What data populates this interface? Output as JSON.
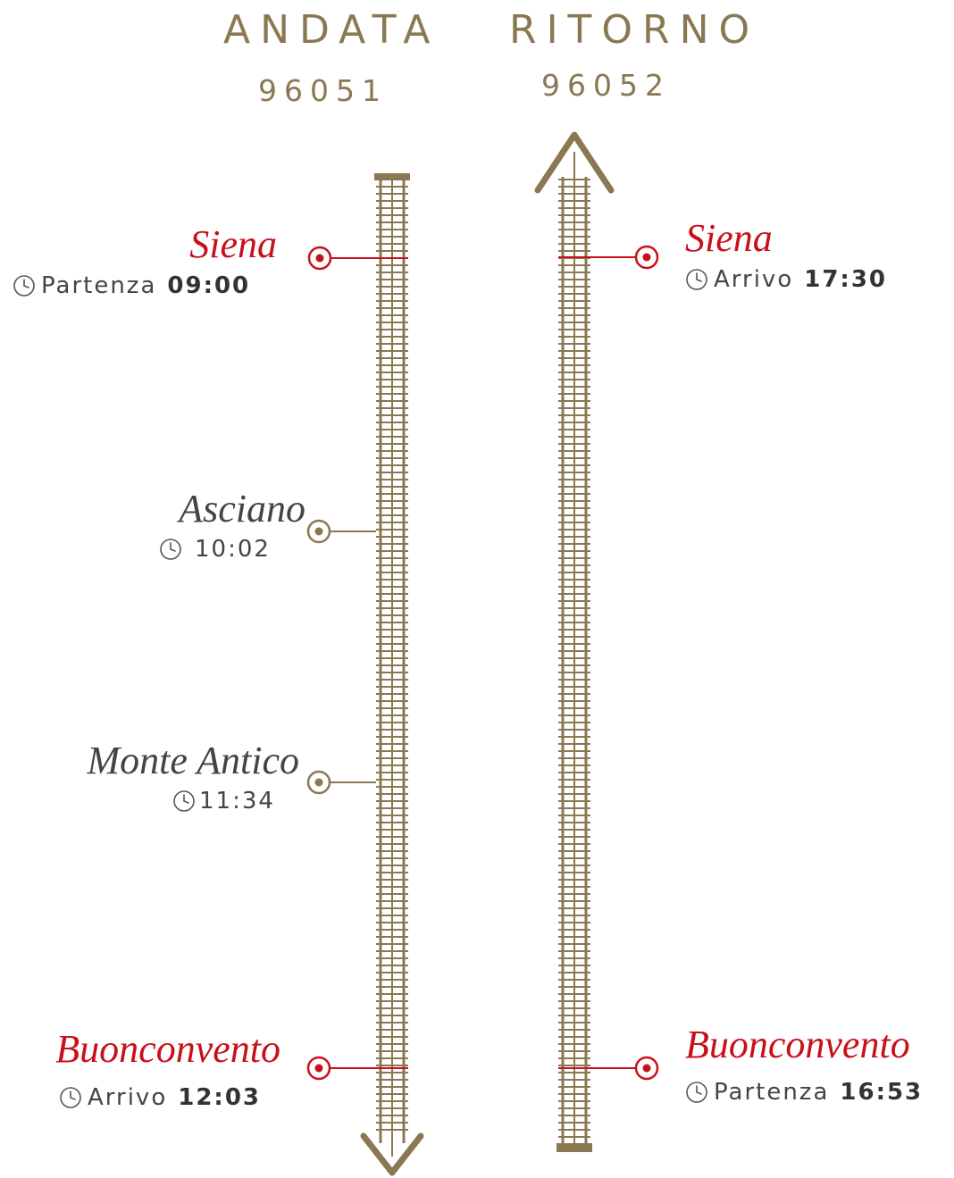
{
  "header": {
    "outbound_label": "ANDATA",
    "outbound_number": "96051",
    "return_label": "RITORNO",
    "return_number": "96052"
  },
  "outbound": {
    "stops": [
      {
        "name": "Siena",
        "time_label": "Partenza",
        "time": "09:00",
        "highlight": true
      },
      {
        "name": "Asciano",
        "time_label": "",
        "time": "10:02",
        "highlight": false
      },
      {
        "name": "Monte Antico",
        "time_label": "",
        "time": "11:34",
        "highlight": false
      },
      {
        "name": "Buonconvento",
        "time_label": "Arrivo",
        "time": "12:03",
        "highlight": true
      }
    ]
  },
  "return": {
    "stops": [
      {
        "name": "Siena",
        "time_label": "Arrivo",
        "time": "17:30",
        "highlight": true
      },
      {
        "name": "Buonconvento",
        "time_label": "Partenza",
        "time": "16:53",
        "highlight": true
      }
    ]
  },
  "icons": {
    "clock": "clock-icon",
    "stop_marker": "stop-marker-icon",
    "arrow_down": "arrow-down-icon",
    "arrow_up": "arrow-up-icon"
  },
  "colors": {
    "gold": "#8a7853",
    "red": "#c8101a",
    "text_gray": "#444444"
  }
}
